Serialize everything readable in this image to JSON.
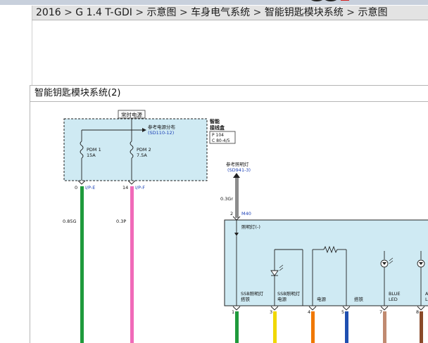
{
  "breadcrumb": {
    "items": [
      "2016",
      "G 1.4 T-GDI",
      "示意图",
      "车身电气系统",
      "智能钥匙模块系统",
      "示意图"
    ],
    "separator": ">"
  },
  "diagram": {
    "title": "智能钥匙模块系统(2)",
    "fuse_block": {
      "power_label": "常时电源",
      "ref_power": "参考电源分布",
      "ref_power_code": "(SD110-12)",
      "fuses": [
        {
          "name": "PDM 1",
          "rating": "15A"
        },
        {
          "name": "PDM 2",
          "rating": "7.5A"
        }
      ]
    },
    "smart_box": {
      "label_line1": "智能",
      "label_line2": "接线盒",
      "pin_ref1": "P 104",
      "pin_ref2": "C 80-4/5"
    },
    "connectors": [
      {
        "pin": "0",
        "name": "I/P-E",
        "wire": "0.85G"
      },
      {
        "pin": "14",
        "name": "I/P-F",
        "wire": "0.3P"
      }
    ],
    "illum_ref": {
      "label": "参考照明灯",
      "code": "(SD941-3)",
      "wire": "0.3Gr",
      "pin": "2",
      "connector": "M40"
    },
    "module": {
      "illum_label": "照明灯(-)",
      "pins": [
        {
          "pin": "1",
          "label1": "SSB照明灯",
          "label2": "搭铁"
        },
        {
          "pin": "3",
          "label1": "SSB照明灯",
          "label2": "电源"
        },
        {
          "pin": "4",
          "label1": "电源",
          "label2": ""
        },
        {
          "pin": "5",
          "label1": "搭铁",
          "label2": ""
        },
        {
          "pin": "7",
          "label1": "BLUE",
          "label2": "LED"
        },
        {
          "pin": "8",
          "label1": "A",
          "label2": "L"
        }
      ]
    },
    "colors": {
      "green": "#1f9a3c",
      "pink": "#f06ab8",
      "gray": "#8c8c8c",
      "yellow": "#f0d800",
      "orange": "#f07800",
      "blue": "#1f4fb0",
      "tan": "#c08a70",
      "brown": "#8a4a2a",
      "box_fill": "#cfeaf3",
      "ref_blue": "#1a3fb5"
    }
  }
}
